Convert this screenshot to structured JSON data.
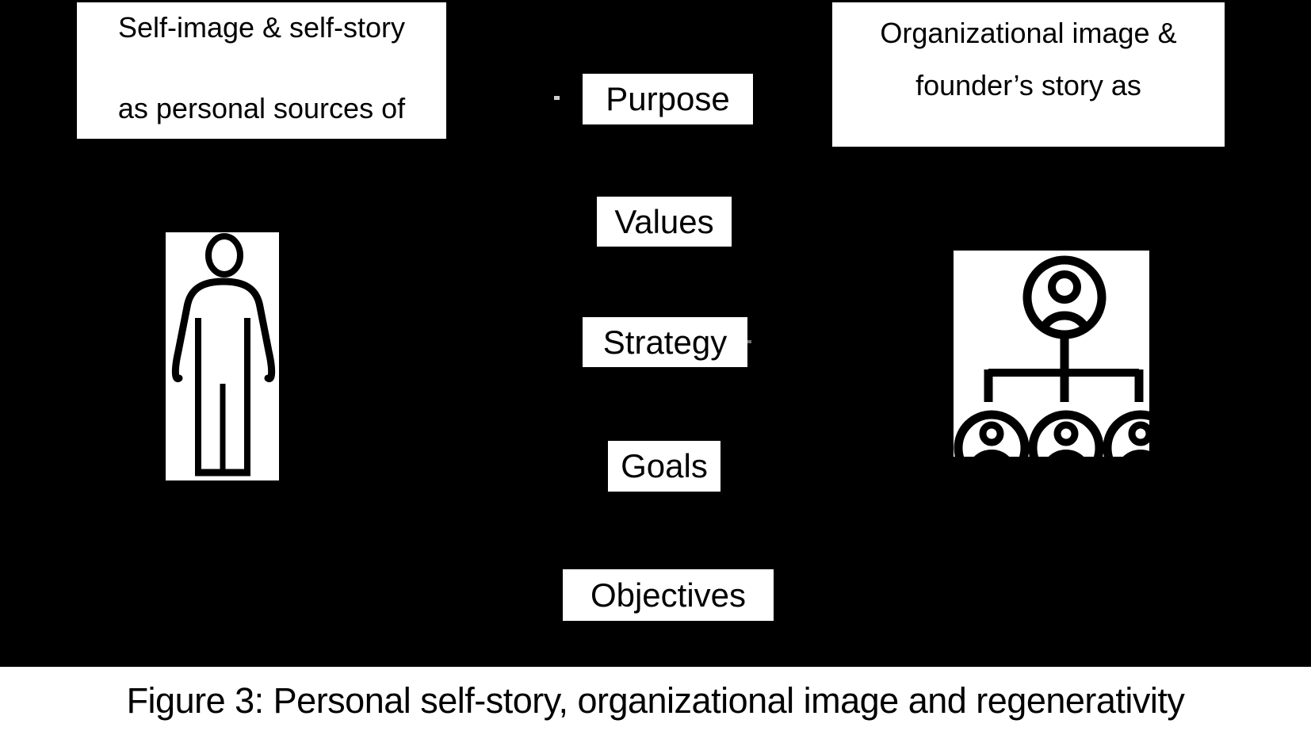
{
  "colors": {
    "background": "#000000",
    "panel": "#ffffff",
    "text": "#000000"
  },
  "left_box": {
    "line1": "Self-image & self-story",
    "line2": "as personal sources of"
  },
  "right_box": {
    "line1": "Organizational image &",
    "line2": "founder’s story as"
  },
  "ladder": {
    "items": [
      {
        "label": "Purpose"
      },
      {
        "label": "Values"
      },
      {
        "label": "Strategy"
      },
      {
        "label": "Goals"
      },
      {
        "label": "Objectives"
      }
    ]
  },
  "icons": {
    "person": "standing-person-outline",
    "organization": "org-chart-of-people"
  },
  "caption": "Figure 3: Personal self-story, organizational image and regenerativity"
}
